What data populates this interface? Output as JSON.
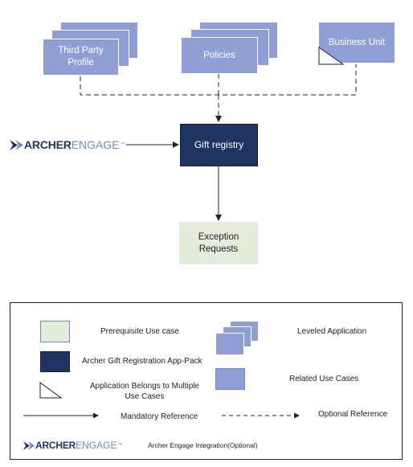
{
  "diagram": {
    "third_party_profile": "Third Party\nProfile",
    "policies": "Policies",
    "business_unit": "Business Unit",
    "gift_registry": "Gift registry",
    "exception_requests": "Exception\nRequests",
    "brand_part1": "ARCHER",
    "brand_part2": "ENGAGE",
    "brand_tm": "™"
  },
  "legend": {
    "prerequisite": "Prerequisite Use case",
    "app_pack": "Archer Gift Registration App-Pack",
    "multiple_use_cases": "Application Belongs to Multiple\nUse Cases",
    "leveled_application": "Leveled Application",
    "related_use_cases": "Related Use Cases",
    "mandatory_reference": "Mandatory Reference",
    "optional_reference": "Optional Reference",
    "engage_integration": "Archer Engage Integration(Optional)"
  },
  "colors": {
    "related": "#8f9fd6",
    "app_pack": "#1f3462",
    "prerequisite": "#e3edd9"
  }
}
